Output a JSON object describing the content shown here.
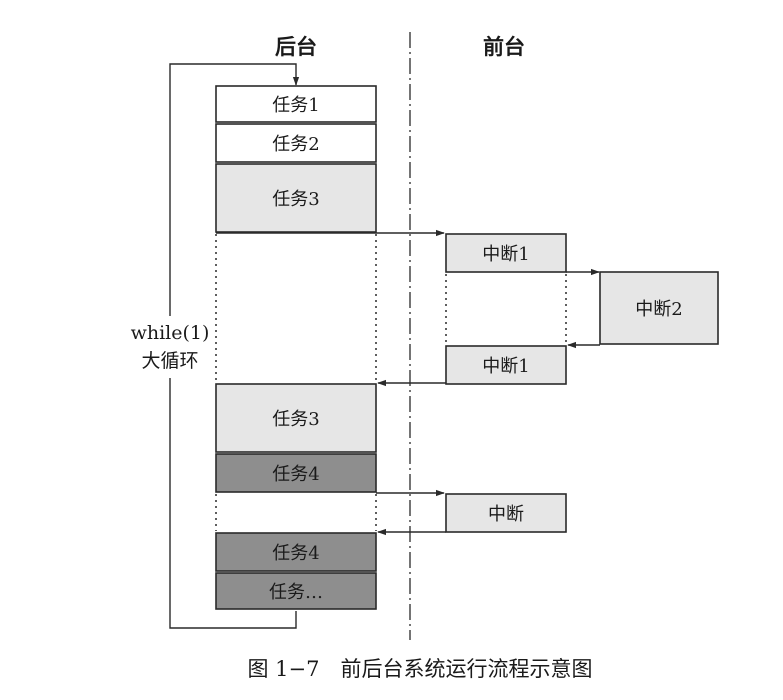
{
  "diagram": {
    "header_background": "后台",
    "header_foreground": "前台",
    "loop_label_line1": "while(1)",
    "loop_label_line2": "大循环",
    "background_tasks": [
      {
        "label": "任务1",
        "shade": "white"
      },
      {
        "label": "任务2",
        "shade": "white"
      },
      {
        "label": "任务3",
        "shade": "light"
      },
      {
        "label": "任务3",
        "shade": "light"
      },
      {
        "label": "任务4",
        "shade": "dark"
      },
      {
        "label": "任务4",
        "shade": "dark"
      },
      {
        "label": "任务…",
        "shade": "dark"
      }
    ],
    "foreground_interrupts": [
      {
        "label": "中断1"
      },
      {
        "label": "中断2"
      },
      {
        "label": "中断1"
      },
      {
        "label": "中断"
      }
    ],
    "colors": {
      "white": "#ffffff",
      "light": "#e6e6e6",
      "dark": "#8e8e8e",
      "line": "#2a2a2a"
    }
  },
  "caption": "图 1−7　前后台系统运行流程示意图"
}
